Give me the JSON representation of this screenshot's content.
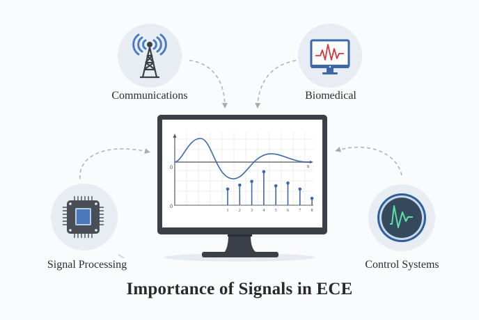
{
  "title": "Importance of Signals in ECE",
  "nodes": [
    {
      "id": "communications",
      "label": "Communications",
      "icon": "radio-tower-icon"
    },
    {
      "id": "biomedical",
      "label": "Biomedical",
      "icon": "ecg-monitor-icon"
    },
    {
      "id": "signal_processing",
      "label": "Signal Processing",
      "icon": "microchip-icon"
    },
    {
      "id": "control_systems",
      "label": "Control Systems",
      "icon": "waveform-gauge-icon"
    }
  ],
  "monitor_plot": {
    "continuous_signal": {
      "description": "damped sinusoid",
      "axis_zero_label": "0",
      "axis_end_label": "n"
    },
    "discrete_signal": {
      "axis_zero_label": "0",
      "n": [
        "1",
        "2",
        "3",
        "4",
        "5",
        "6",
        "7",
        "8"
      ],
      "relative_heights": [
        0.4,
        0.5,
        0.59,
        0.83,
        0.48,
        0.55,
        0.4,
        0.17
      ]
    }
  },
  "colors": {
    "accent_blue": "#3d68a8",
    "monitor_dark": "#3b3f47",
    "circle_bg": "#e8edf3",
    "ecg_red": "#d9343a",
    "control_green": "#5fe0a8",
    "arrow_gray": "#a8acb2"
  }
}
